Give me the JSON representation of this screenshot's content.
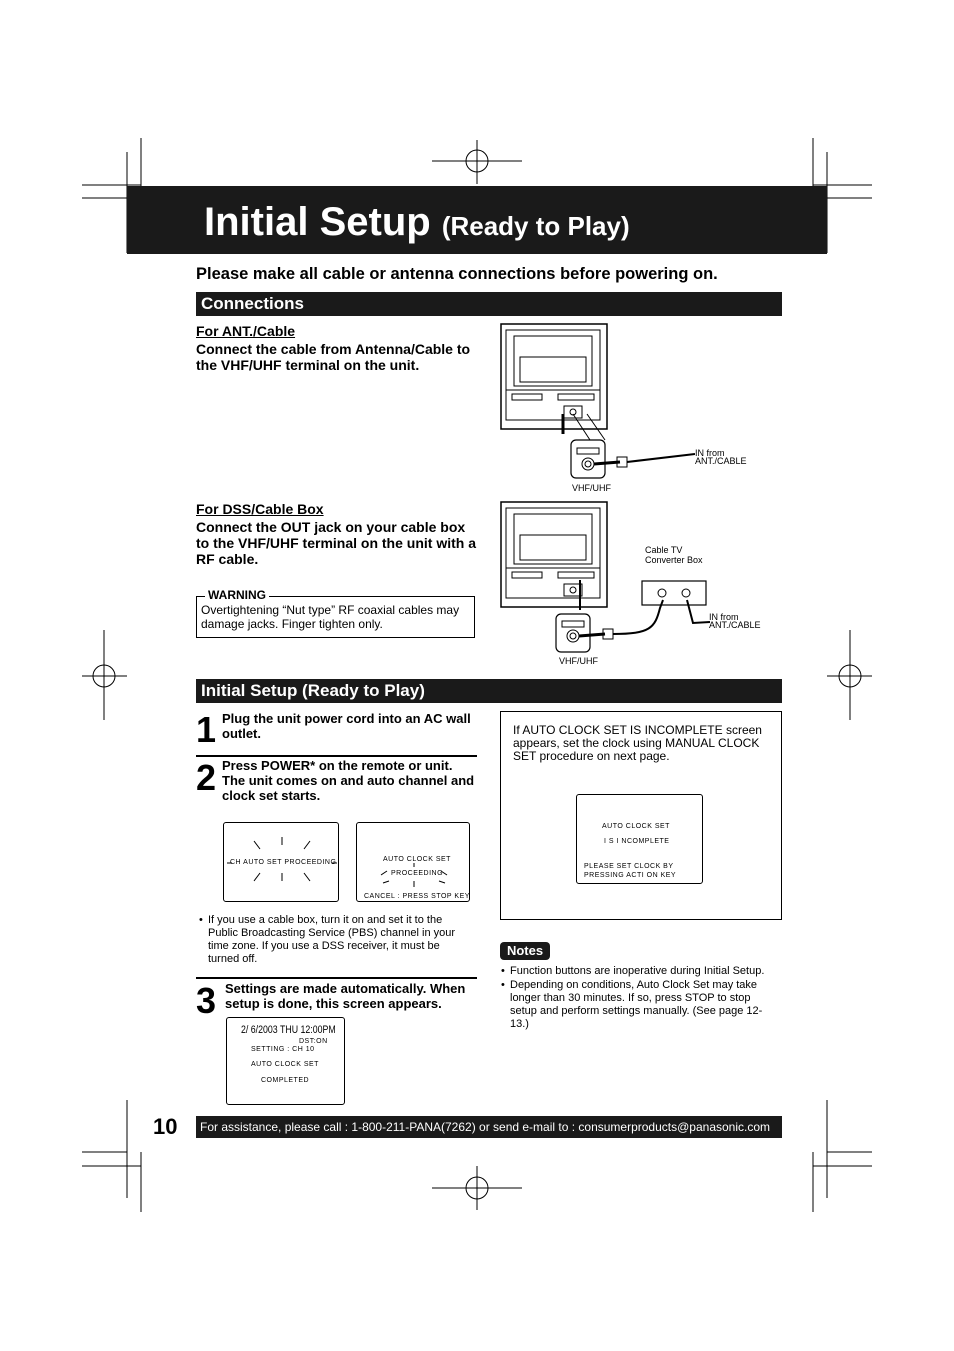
{
  "page": {
    "title_main": "Initial Setup",
    "title_sub": "(Ready to Play)",
    "intro": "Please make all cable or antenna connections before powering on.",
    "page_number": "10",
    "footer": "For assistance, please call : 1-800-211-PANA(7262) or send e-mail to : consumerproducts@panasonic.com"
  },
  "connections": {
    "heading": "Connections",
    "ant": {
      "heading": "For ANT./Cable",
      "text": "Connect the cable from Antenna/Cable to the VHF/UHF terminal on the unit.",
      "label_in": "IN from",
      "label_ant": "ANT./CABLE",
      "label_vhf": "VHF/UHF"
    },
    "dss": {
      "heading": "For DSS/Cable Box",
      "text": "Connect the OUT jack on your cable box to the VHF/UHF terminal on the unit with a RF cable.",
      "label_cable_tv": "Cable TV",
      "label_converter": "Converter Box",
      "label_in": "IN from",
      "label_ant": "ANT./CABLE",
      "label_vhf": "VHF/UHF"
    },
    "warning": {
      "label": "WARNING",
      "text": "Overtightening “Nut type” RF coaxial cables may damage jacks. Finger tighten only."
    }
  },
  "setup": {
    "heading": "Initial Setup (Ready to Play)",
    "step1": {
      "num": "1",
      "text": "Plug the unit power cord into an AC wall outlet."
    },
    "step2": {
      "num": "2",
      "text": "Press POWER* on the remote or unit. The unit comes on and auto channel and clock set starts."
    },
    "screen_a": {
      "line1": "CH AUTO SET PROCEEDING"
    },
    "screen_b": {
      "line1": "AUTO CLOCK SET",
      "line2": "PROCEEDING",
      "line3": "CANCEL : PRESS STOP KEY"
    },
    "bullet": "If you use a cable box, turn it on and set it to the Public Broadcasting Service (PBS) channel in your time zone. If you use a DSS receiver, it must be turned off.",
    "step3": {
      "num": "3",
      "text": "Settings are made automatically. When setup is done, this screen appears."
    },
    "screen_c": {
      "date": "2/ 6/2003 THU 12:00PM",
      "dst": "DST:ON",
      "setting": "SETTING  :  CH  10",
      "auto": "AUTO  CLOCK  SET",
      "completed": "COMPLETED"
    },
    "incomplete_box": {
      "text": "If AUTO CLOCK SET IS INCOMPLETE screen appears, set the clock using MANUAL CLOCK SET procedure on next page.",
      "scr_line1": "AUTO  CLOCK  SET",
      "scr_line2": "I S   I NCOMPLETE",
      "scr_line3": "PLEASE SET  CLOCK BY",
      "scr_line4": "PRESSING ACTI ON KEY"
    },
    "notes": {
      "label": "Notes",
      "items": [
        "Function buttons are inoperative during Initial Setup.",
        "Depending on conditions, Auto Clock Set may take longer than 30 minutes. If so, press STOP to stop setup and perform settings manually. (See page 12-13.)"
      ]
    }
  }
}
